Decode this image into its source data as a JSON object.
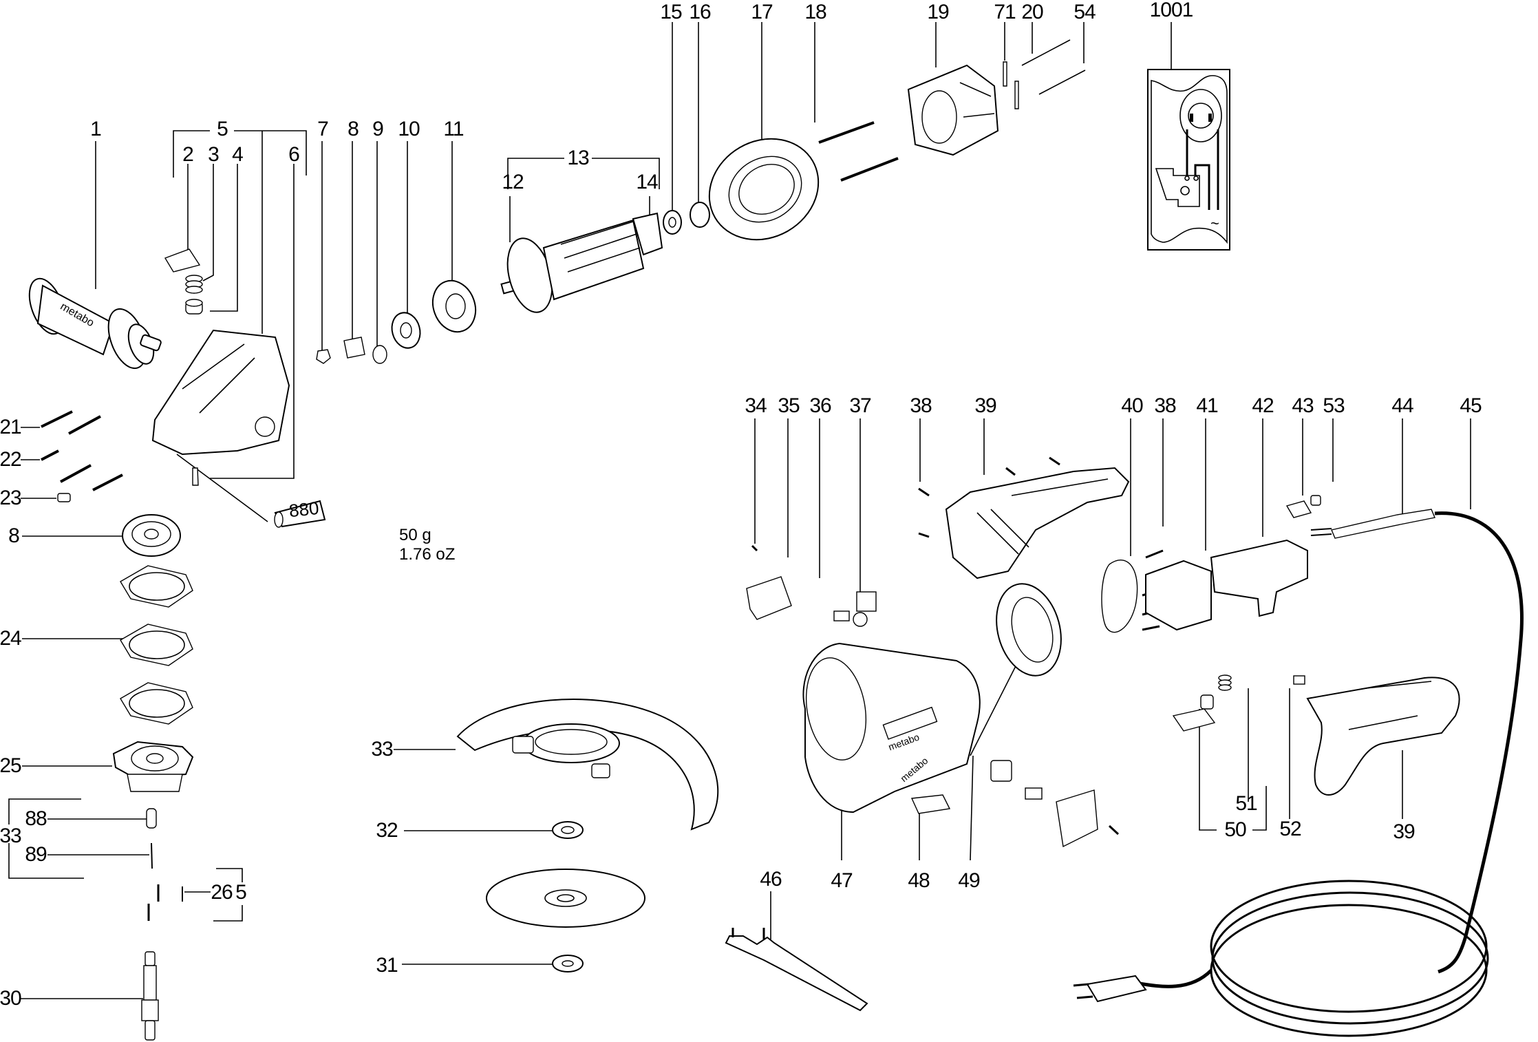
{
  "diagram": {
    "type": "exploded-parts-diagram",
    "subject": "angle grinder",
    "brand_marks": [
      "metabo",
      "metabo",
      "metabo"
    ],
    "labels": [
      {
        "id": "1",
        "text": "1"
      },
      {
        "id": "5-top",
        "text": "5"
      },
      {
        "id": "2",
        "text": "2"
      },
      {
        "id": "3",
        "text": "3"
      },
      {
        "id": "4",
        "text": "4"
      },
      {
        "id": "6",
        "text": "6"
      },
      {
        "id": "7",
        "text": "7"
      },
      {
        "id": "8-top",
        "text": "8"
      },
      {
        "id": "9",
        "text": "9"
      },
      {
        "id": "10",
        "text": "10"
      },
      {
        "id": "11",
        "text": "11"
      },
      {
        "id": "13",
        "text": "13"
      },
      {
        "id": "12",
        "text": "12"
      },
      {
        "id": "14",
        "text": "14"
      },
      {
        "id": "15",
        "text": "15"
      },
      {
        "id": "16",
        "text": "16"
      },
      {
        "id": "17",
        "text": "17"
      },
      {
        "id": "18",
        "text": "18"
      },
      {
        "id": "19",
        "text": "19"
      },
      {
        "id": "71",
        "text": "71"
      },
      {
        "id": "20",
        "text": "20"
      },
      {
        "id": "54",
        "text": "54"
      },
      {
        "id": "1001",
        "text": "1001"
      },
      {
        "id": "21",
        "text": "21"
      },
      {
        "id": "22",
        "text": "22"
      },
      {
        "id": "23",
        "text": "23"
      },
      {
        "id": "8-left",
        "text": "8"
      },
      {
        "id": "24",
        "text": "24"
      },
      {
        "id": "25",
        "text": "25"
      },
      {
        "id": "33-left",
        "text": "33"
      },
      {
        "id": "88",
        "text": "88"
      },
      {
        "id": "89",
        "text": "89"
      },
      {
        "id": "26",
        "text": "26"
      },
      {
        "id": "5-bottom",
        "text": "5"
      },
      {
        "id": "30",
        "text": "30"
      },
      {
        "id": "33",
        "text": "33"
      },
      {
        "id": "32",
        "text": "32"
      },
      {
        "id": "31",
        "text": "31"
      },
      {
        "id": "34",
        "text": "34"
      },
      {
        "id": "35",
        "text": "35"
      },
      {
        "id": "36",
        "text": "36"
      },
      {
        "id": "37",
        "text": "37"
      },
      {
        "id": "38-a",
        "text": "38"
      },
      {
        "id": "39-top",
        "text": "39"
      },
      {
        "id": "40",
        "text": "40"
      },
      {
        "id": "38-b",
        "text": "38"
      },
      {
        "id": "41",
        "text": "41"
      },
      {
        "id": "42",
        "text": "42"
      },
      {
        "id": "43",
        "text": "43"
      },
      {
        "id": "53",
        "text": "53"
      },
      {
        "id": "44",
        "text": "44"
      },
      {
        "id": "45",
        "text": "45"
      },
      {
        "id": "46",
        "text": "46"
      },
      {
        "id": "47",
        "text": "47"
      },
      {
        "id": "48",
        "text": "48"
      },
      {
        "id": "49",
        "text": "49"
      },
      {
        "id": "51",
        "text": "51"
      },
      {
        "id": "50",
        "text": "50"
      },
      {
        "id": "52",
        "text": "52"
      },
      {
        "id": "39-bottom",
        "text": "39"
      }
    ],
    "grease_tube": {
      "code": "880",
      "weight_metric": "50 g",
      "weight_imperial": "1.76 oZ"
    },
    "wiring_symbol": "~"
  }
}
